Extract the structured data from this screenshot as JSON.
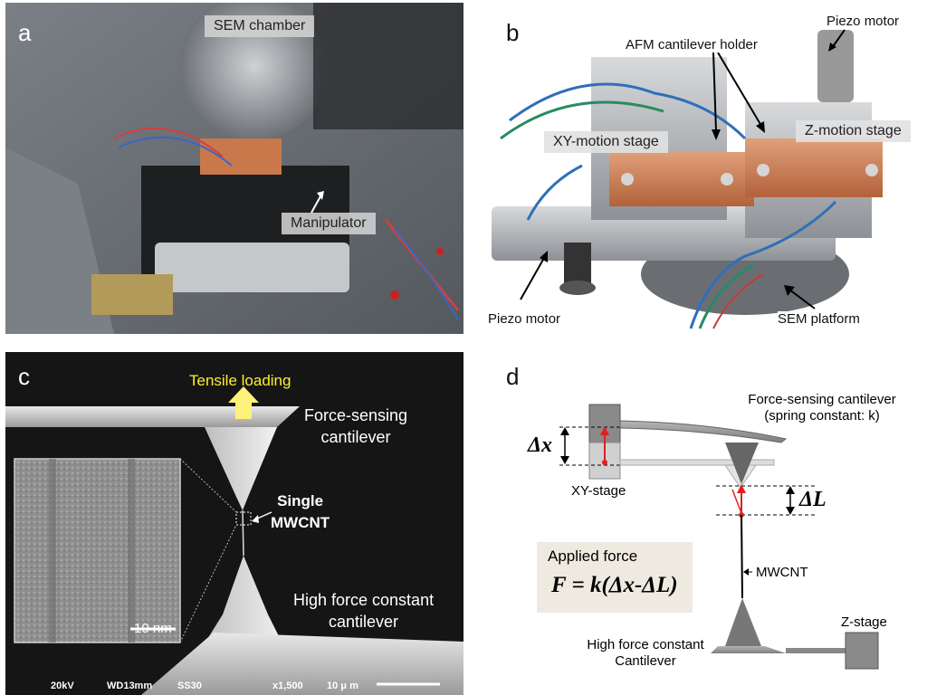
{
  "panel_a": {
    "letter": "a",
    "labels": {
      "sem_chamber": "SEM chamber",
      "manipulator": "Manipulator"
    }
  },
  "panel_b": {
    "letter": "b",
    "labels": {
      "piezo_motor_top": "Piezo motor",
      "afm_holder": "AFM cantilever holder",
      "xy_stage": "XY-motion stage",
      "z_stage": "Z-motion stage",
      "piezo_motor_bottom": "Piezo motor",
      "sem_platform": "SEM platform"
    }
  },
  "panel_c": {
    "letter": "c",
    "labels": {
      "tensile": "Tensile loading",
      "force_cantilever_1": "Force-sensing",
      "force_cantilever_2": "cantilever",
      "single_1": "Single",
      "single_2": "MWCNT",
      "high_force_1": "High force constant",
      "high_force_2": "cantilever",
      "scale_inset": "10 nm"
    },
    "footer": {
      "kv": "20kV",
      "wd": "WD13mm",
      "ss": "SS30",
      "mag": "x1,500",
      "scale": "10 μ m"
    }
  },
  "panel_d": {
    "letter": "d",
    "labels": {
      "force_cantilever_1": "Force-sensing cantilever",
      "force_cantilever_2": "(spring constant: k)",
      "delta_x": "Δx",
      "delta_l": "ΔL",
      "xy_stage": "XY-stage",
      "applied_force": "Applied force",
      "formula": "F = k(Δx-ΔL)",
      "mwcnt": "MWCNT",
      "z_stage": "Z-stage",
      "high_force_1": "High force constant",
      "high_force_2": "Cantilever"
    }
  },
  "colors": {
    "tensile_text": "#ffee33",
    "arrow_yellow": "#fff27a",
    "red_arrow": "#e02020",
    "copper": "#c8784a"
  }
}
